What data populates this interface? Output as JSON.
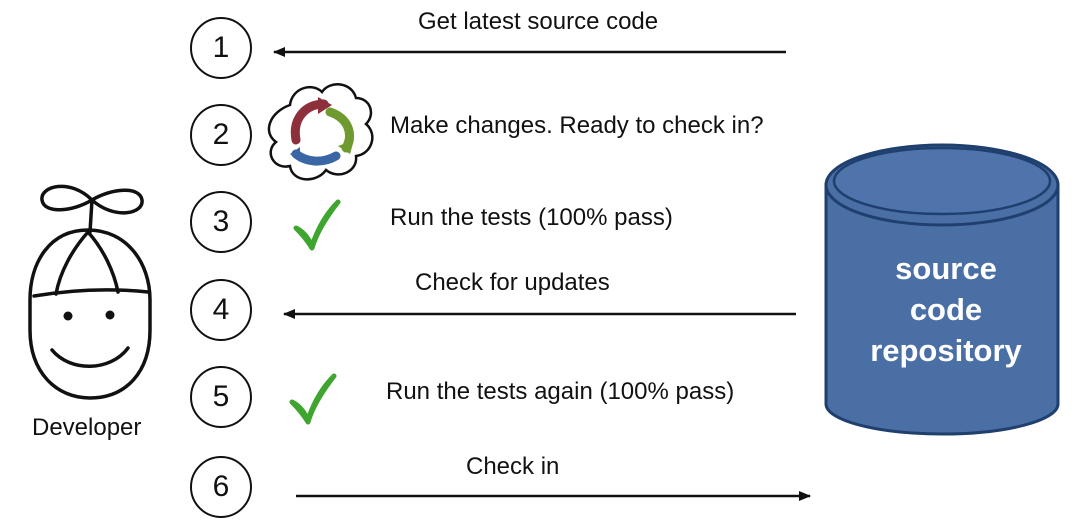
{
  "developer": {
    "label": "Developer"
  },
  "steps": [
    {
      "number": "1",
      "text": "Get latest source code",
      "arrow": "left"
    },
    {
      "number": "2",
      "text": "Make changes. Ready to check in?",
      "icon": "refresh-cycle-icon"
    },
    {
      "number": "3",
      "text": "Run the tests (100% pass)",
      "icon": "checkmark-icon"
    },
    {
      "number": "4",
      "text": "Check for updates",
      "arrow": "left"
    },
    {
      "number": "5",
      "text": "Run the tests again (100% pass)",
      "icon": "checkmark-icon"
    },
    {
      "number": "6",
      "text": "Check in",
      "arrow": "right"
    }
  ],
  "repository": {
    "line1": "source",
    "line2": "code",
    "line3": "repository"
  },
  "colors": {
    "repo_fill": "#4a6fa5",
    "repo_stroke": "#1f3f6e",
    "check_green": "#3ea52f",
    "ink": "#111111"
  }
}
